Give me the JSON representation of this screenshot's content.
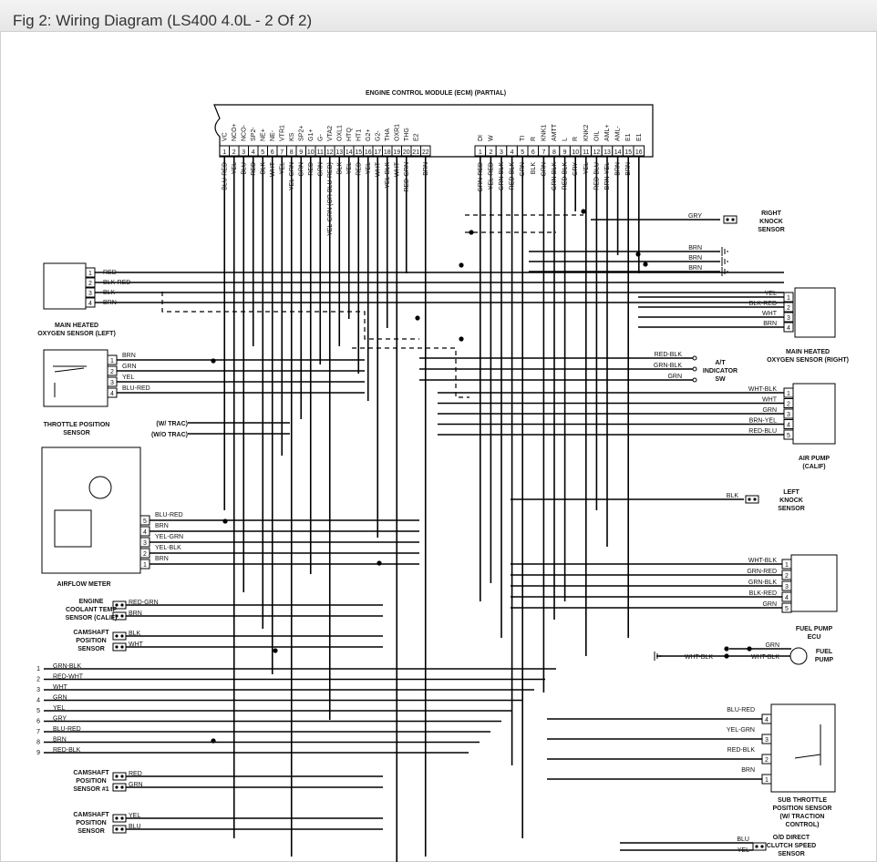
{
  "title": "Fig 2: Wiring Diagram (LS400 4.0L - 2 Of 2)",
  "ecm_title": "ENGINE CONTROL MODULE (ECM) (PARTIAL)",
  "ecm_left_pins": [
    {
      "num": "1",
      "label": "VC",
      "wire": "BLU-RED"
    },
    {
      "num": "2",
      "label": "NCO+",
      "wire": "YEL"
    },
    {
      "num": "3",
      "label": "NCO-",
      "wire": "BLU"
    },
    {
      "num": "4",
      "label": "SP2-",
      "wire": "RED"
    },
    {
      "num": "5",
      "label": "NE+",
      "wire": "BLK"
    },
    {
      "num": "6",
      "label": "NE-",
      "wire": "WHT"
    },
    {
      "num": "7",
      "label": "VTR1",
      "wire": "YEL"
    },
    {
      "num": "8",
      "label": "KS",
      "wire": "YEL-GRN"
    },
    {
      "num": "9",
      "label": "SP2+",
      "wire": "GRN"
    },
    {
      "num": "10",
      "label": "G1+",
      "wire": "RED"
    },
    {
      "num": "11",
      "label": "G-",
      "wire": "GRN"
    },
    {
      "num": "12",
      "label": "VTA2",
      "wire": "YEL-GRN (OR BLU-RED)"
    },
    {
      "num": "13",
      "label": "OXL1",
      "wire": "BLK"
    },
    {
      "num": "14",
      "label": "HTQ",
      "wire": "YEL"
    },
    {
      "num": "15",
      "label": "HT1",
      "wire": "RED"
    },
    {
      "num": "16",
      "label": "G2+",
      "wire": "YEL"
    },
    {
      "num": "17",
      "label": "G2-",
      "wire": "WHT"
    },
    {
      "num": "18",
      "label": "THA",
      "wire": "YEL-BLK"
    },
    {
      "num": "19",
      "label": "OXR1",
      "wire": "WHT"
    },
    {
      "num": "20",
      "label": "THG",
      "wire": "RED-GRN"
    },
    {
      "num": "21",
      "label": "E2",
      "wire": ""
    },
    {
      "num": "22",
      "label": "",
      "wire": "BRN"
    }
  ],
  "ecm_right_pins": [
    {
      "num": "1",
      "label": "DI",
      "wire": "GRN-RED"
    },
    {
      "num": "2",
      "label": "W",
      "wire": "YEL-RED"
    },
    {
      "num": "3",
      "label": "",
      "wire": "GRN-BLK"
    },
    {
      "num": "4",
      "label": "",
      "wire": "RED-BLK"
    },
    {
      "num": "5",
      "label": "TI",
      "wire": "GRN"
    },
    {
      "num": "6",
      "label": "R",
      "wire": "BLK"
    },
    {
      "num": "7",
      "label": "KNK1",
      "wire": "GRN"
    },
    {
      "num": "8",
      "label": "AMTT",
      "wire": "GRN-BLK"
    },
    {
      "num": "9",
      "label": "L",
      "wire": "RED-BLK"
    },
    {
      "num": "10",
      "label": "R",
      "wire": "GRY"
    },
    {
      "num": "11",
      "label": "KNK2",
      "wire": "YEL"
    },
    {
      "num": "12",
      "label": "OIL",
      "wire": "RED-BLU"
    },
    {
      "num": "13",
      "label": "AML+",
      "wire": "BRN-YEL"
    },
    {
      "num": "14",
      "label": "AML-",
      "wire": "BRN"
    },
    {
      "num": "15",
      "label": "E1",
      "wire": "BRN"
    },
    {
      "num": "16",
      "label": "E1",
      "wire": ""
    }
  ],
  "components": {
    "oxy_left": {
      "name": "MAIN HEATED\nOXYGEN SENSOR (LEFT)",
      "pins": [
        "1",
        "2",
        "3",
        "4"
      ],
      "wires": [
        "RED",
        "BLK-RED",
        "BLK",
        "BRN"
      ]
    },
    "tps": {
      "name": "THROTTLE POSITION\nSENSOR",
      "pins": [
        "1",
        "2",
        "3",
        "4"
      ],
      "wires": [
        "BRN",
        "GRN",
        "YEL",
        "BLU-RED"
      ]
    },
    "trac": {
      "with": "(W/ TRAC)",
      "without": "(W/O TRAC)"
    },
    "afm": {
      "name": "AIRFLOW METER",
      "pins": [
        "5",
        "4",
        "3",
        "2",
        "1"
      ],
      "wires": [
        "BLU-RED",
        "BRN",
        "YEL-GRN",
        "YEL-BLK",
        "BRN"
      ]
    },
    "ect": {
      "name": "ENGINE\nCOOLANT TEMP\nSENSOR (CALIF)",
      "wires": [
        "RED-GRN",
        "BRN"
      ]
    },
    "cmp": {
      "name": "CAMSHAFT\nPOSITION\nSENSOR",
      "wires": [
        "BLK",
        "WHT"
      ]
    },
    "left_conn": {
      "pins": [
        "1",
        "2",
        "3",
        "4",
        "5",
        "6",
        "7",
        "8",
        "9"
      ],
      "wires": [
        "GRN-BLK",
        "RED-WHT",
        "WHT",
        "GRN",
        "YEL",
        "GRY",
        "BLU-RED",
        "BRN",
        "RED-BLK"
      ]
    },
    "cam1": {
      "name": "CAMSHAFT\nPOSITION\nSENSOR #1",
      "wires": [
        "RED",
        "GRN"
      ]
    },
    "cam_lower": {
      "name": "CAMSHAFT\nPOSITION\nSENSOR",
      "wires": [
        "YEL",
        "BLU"
      ]
    },
    "rks": {
      "name": "RIGHT\nKNOCK\nSENSOR",
      "wire": "GRY"
    },
    "brn_gnd": {
      "wires": [
        "BRN",
        "BRN",
        "BRN"
      ]
    },
    "oxy_right": {
      "name": "MAIN HEATED\nOXYGEN SENSOR (RIGHT)",
      "pins": [
        "1",
        "2",
        "3",
        "4"
      ],
      "wires": [
        "YEL",
        "BLK-RED",
        "WHT",
        "BRN"
      ]
    },
    "ac_sw": {
      "name": "A/T\nINDICATOR\nSW",
      "wires": [
        "RED-BLK",
        "GRN-BLK",
        "GRN"
      ]
    },
    "air_pump": {
      "name": "AIR PUMP\n(CALIF)",
      "pins": [
        "1",
        "2",
        "3",
        "4",
        "5"
      ],
      "wires": [
        "WHT-BLK",
        "WHT",
        "GRN",
        "BRN-YEL",
        "RED-BLU"
      ]
    },
    "lks": {
      "name": "LEFT\nKNOCK\nSENSOR",
      "wire": "BLK"
    },
    "fp_ecu": {
      "name": "FUEL PUMP\nECU",
      "pins": [
        "1",
        "2",
        "3",
        "4",
        "5"
      ],
      "wires": [
        "WHT-BLK",
        "GRN-RED",
        "GRN-BLK",
        "BLK-RED",
        "GRN"
      ]
    },
    "fuel_pump": {
      "name": "FUEL\nPUMP",
      "wires": [
        "GRN",
        "WHT-BLK",
        "WHT-BLK"
      ]
    },
    "sub_tps": {
      "name": "SUB THROTTLE\nPOSITION SENSOR\n(W/ TRACTION\nCONTROL)",
      "pins": [
        "4",
        "3",
        "2",
        "1"
      ],
      "wires": [
        "BLU-RED",
        "YEL-GRN",
        "RED-BLK",
        "BRN"
      ]
    },
    "od_sw": {
      "name": "O/D DIRECT\nCLUTCH SPEED\nSENSOR",
      "wires": [
        "BLU",
        "YEL"
      ]
    }
  },
  "colors": {
    "line": "#000000",
    "background": "#ffffff",
    "title_text": "#333333"
  }
}
